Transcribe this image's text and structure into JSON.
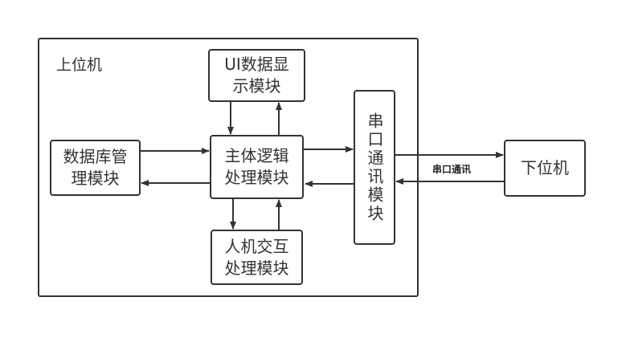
{
  "diagram": {
    "container": {
      "label": "上位机"
    },
    "nodes": {
      "ui_display": {
        "lines": [
          "UI数据显",
          "示模块"
        ]
      },
      "database": {
        "lines": [
          "数据库管",
          "理模块"
        ]
      },
      "main_logic": {
        "lines": [
          "主体逻辑",
          "处理模块"
        ]
      },
      "hci": {
        "lines": [
          "人机交互",
          "处理模块"
        ]
      },
      "serial": {
        "text": "串口通讯模块"
      },
      "lower": {
        "text": "下位机"
      }
    },
    "edges": [
      {
        "from": "main_logic",
        "to": "ui_display"
      },
      {
        "from": "ui_display",
        "to": "main_logic"
      },
      {
        "from": "database",
        "to": "main_logic"
      },
      {
        "from": "main_logic",
        "to": "database"
      },
      {
        "from": "main_logic",
        "to": "hci"
      },
      {
        "from": "hci",
        "to": "main_logic"
      },
      {
        "from": "main_logic",
        "to": "serial"
      },
      {
        "from": "serial",
        "to": "main_logic"
      },
      {
        "from": "serial",
        "to": "lower"
      },
      {
        "from": "lower",
        "to": "serial",
        "label": "串口通讯"
      }
    ],
    "colors": {
      "stroke": "#333333",
      "background": "#ffffff"
    }
  }
}
